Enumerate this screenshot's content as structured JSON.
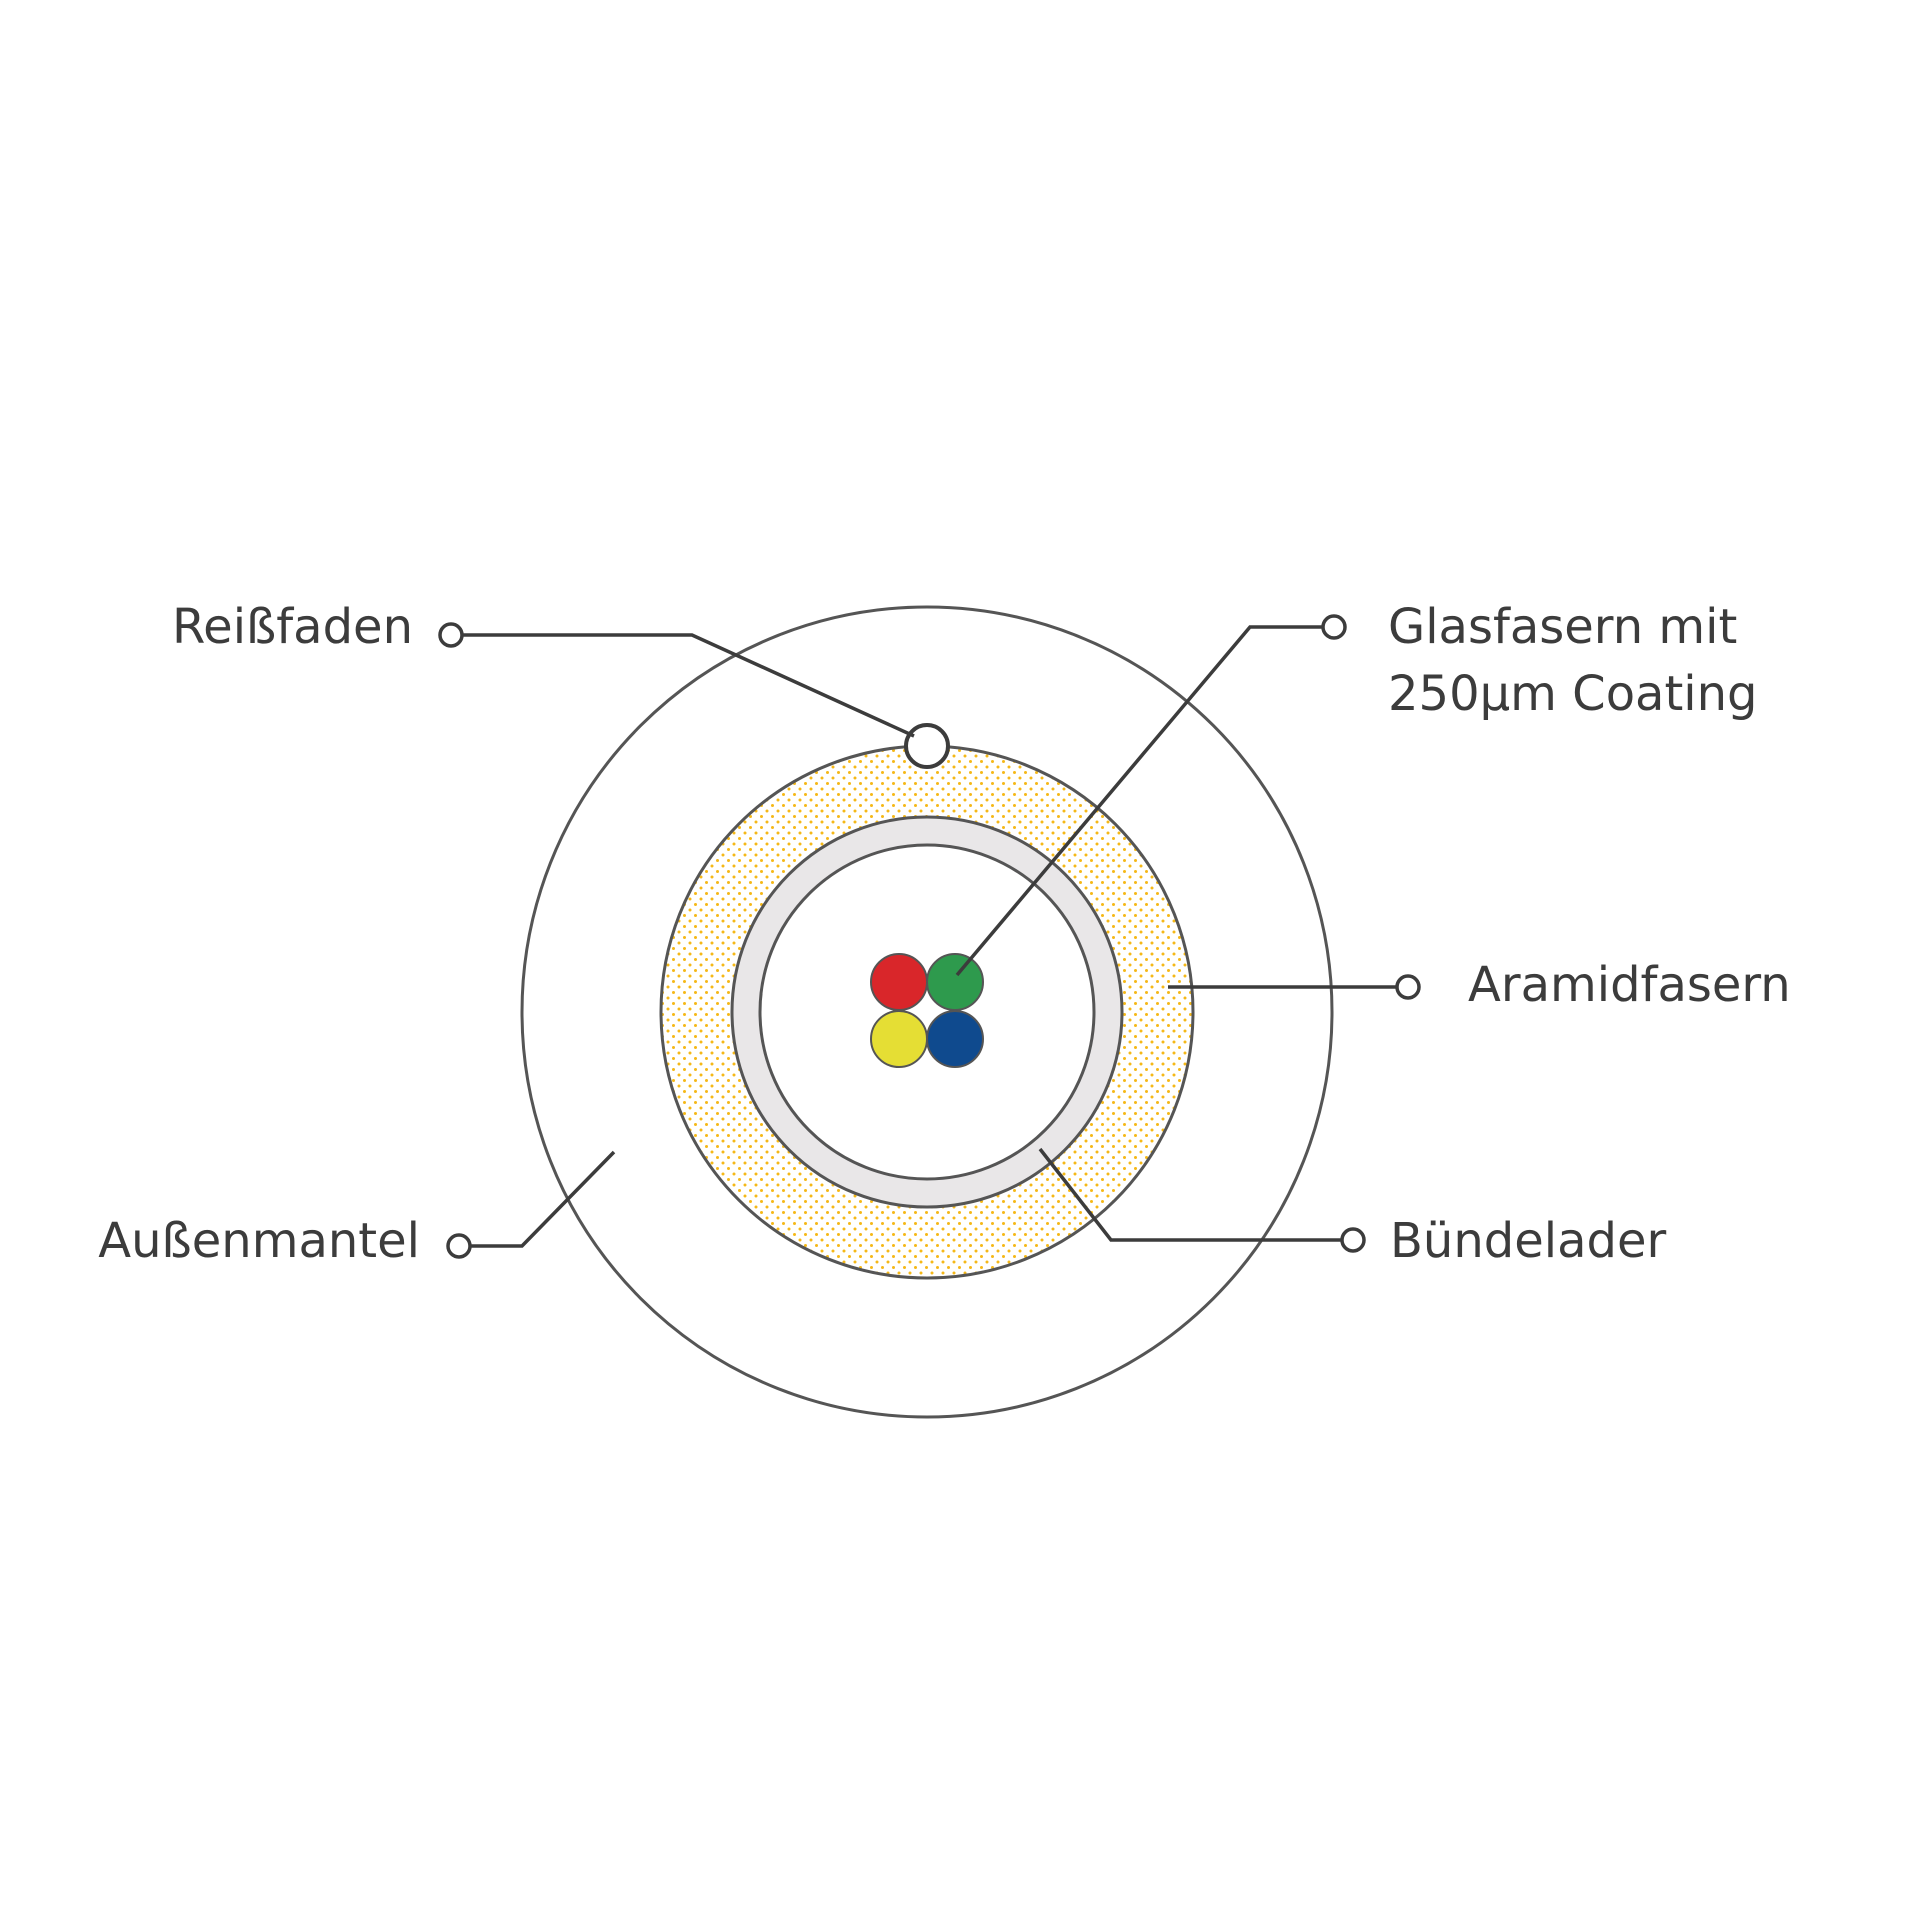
{
  "diagram": {
    "labels": {
      "ripcord": "Reißfaden",
      "fibers_line1": "Glasfasern mit",
      "fibers_line2": "250µm Coating",
      "aramid": "Aramidfasern",
      "jacket": "Außenmantel",
      "tube": "Bündelader"
    },
    "colors": {
      "outline": "#555555",
      "leader": "#3c3c3c",
      "aramid_dots": "#f5b818",
      "tube_fill": "#e9e7e8",
      "fiber_red": "#d9262a",
      "fiber_green": "#2e9a4d",
      "fiber_yellow": "#e5de34",
      "fiber_blue": "#0f4a8e"
    }
  }
}
